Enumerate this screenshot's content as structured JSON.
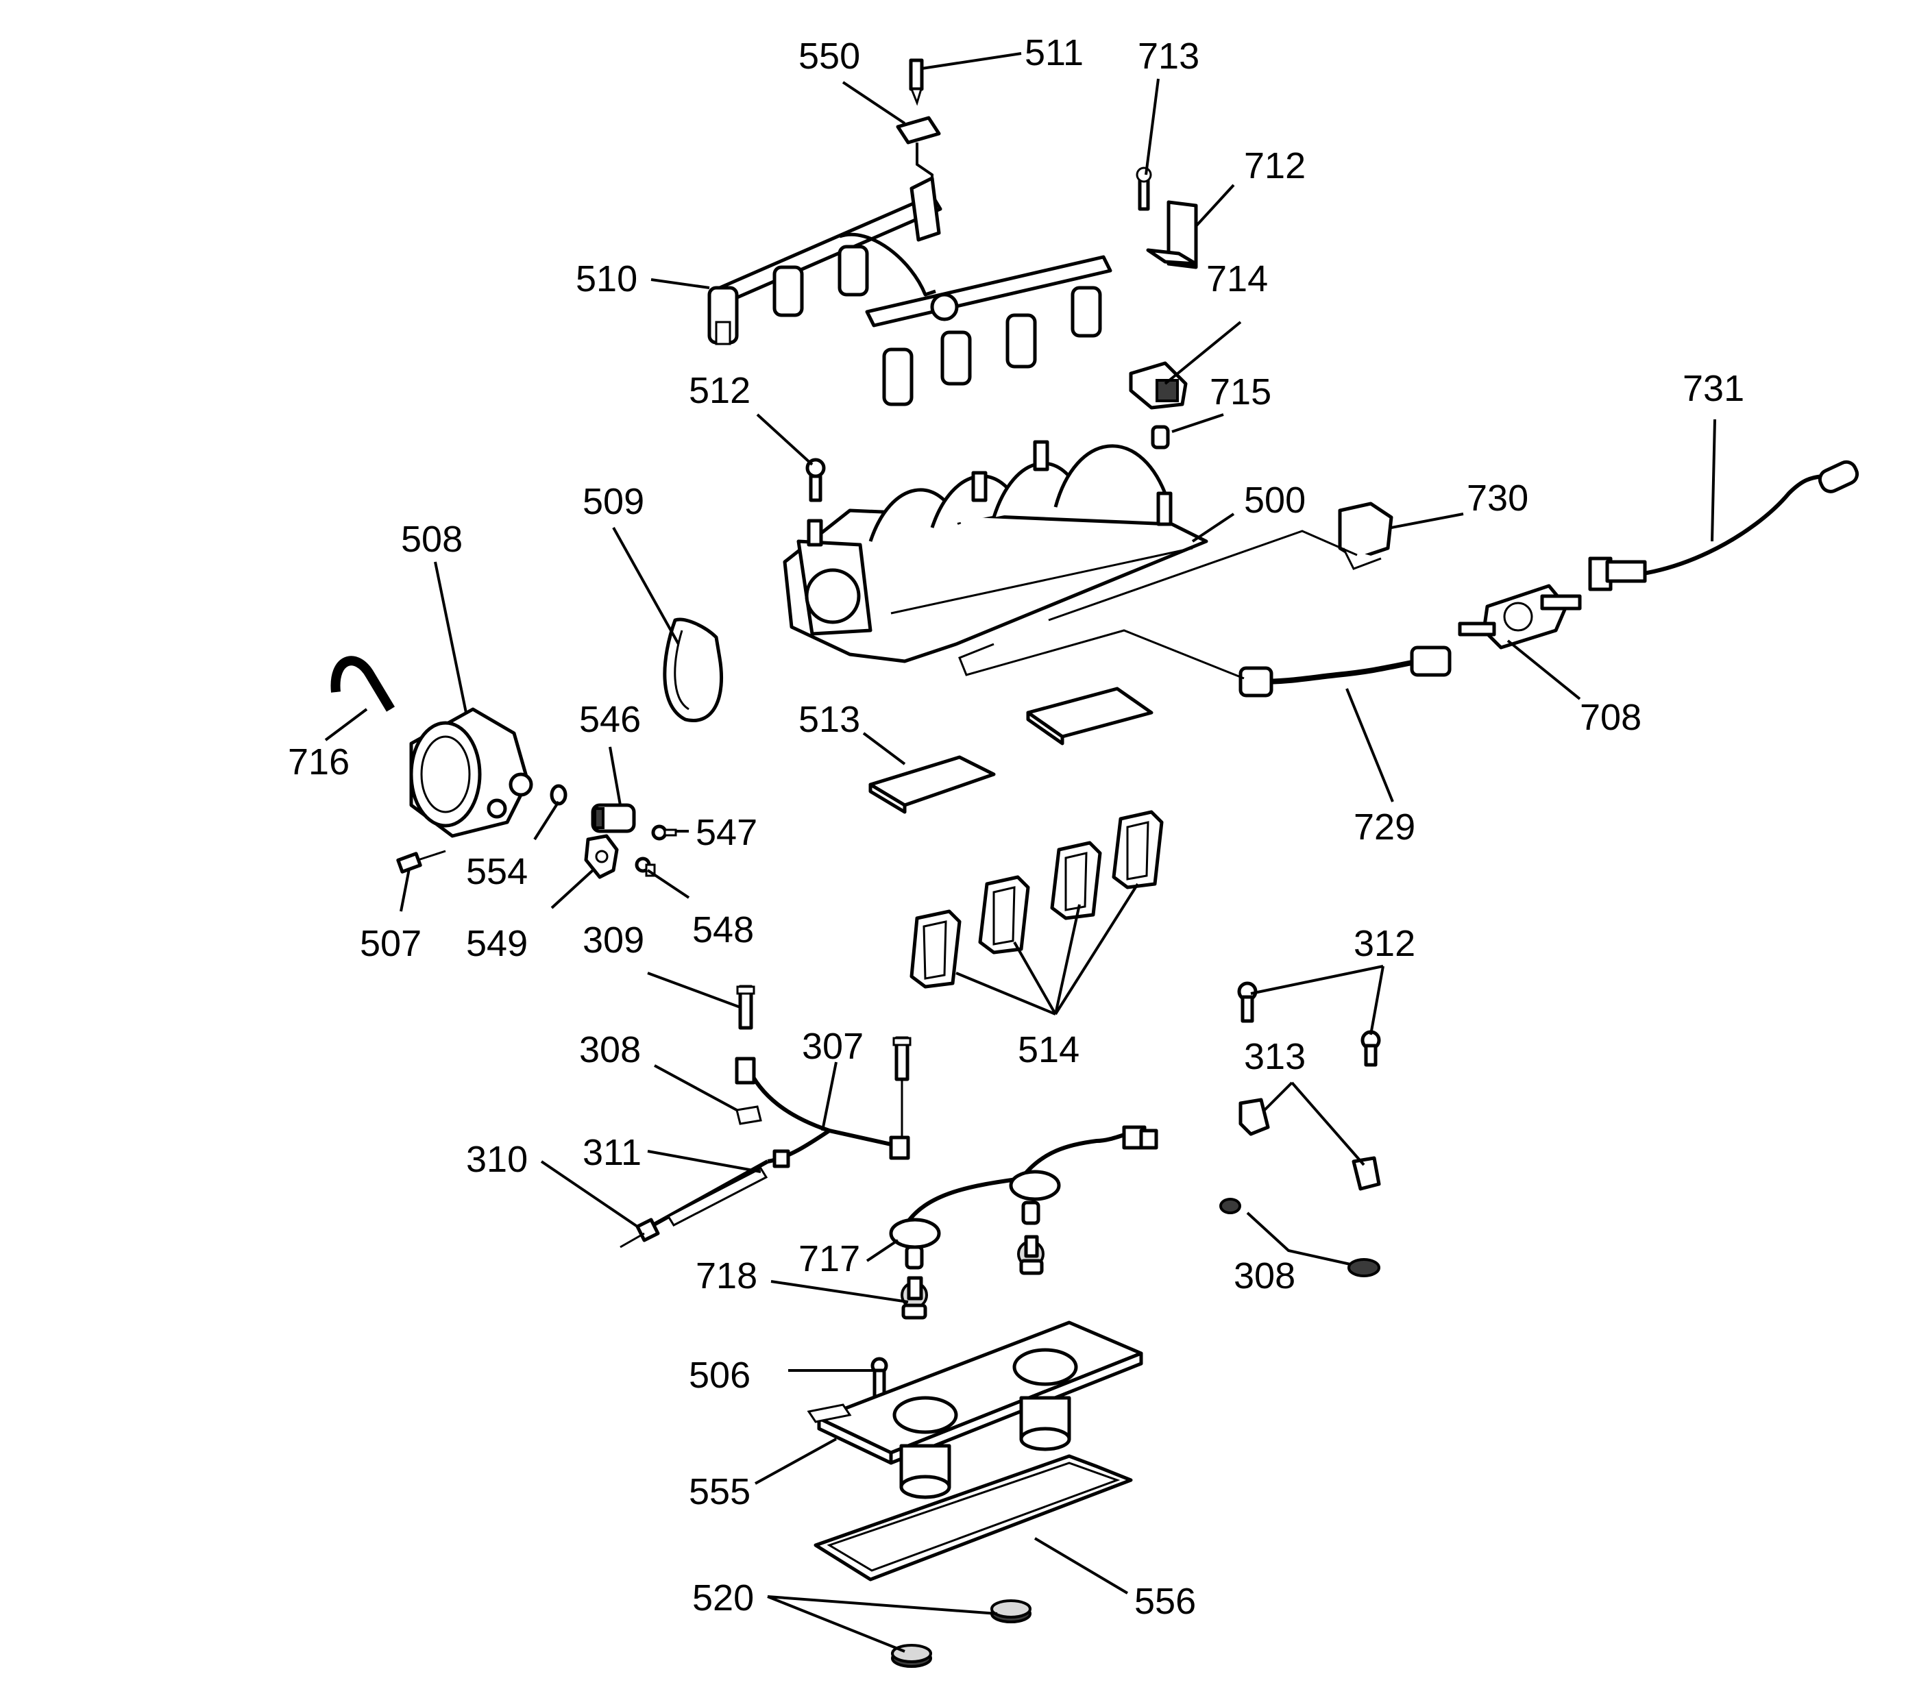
{
  "diagram": {
    "callouts": [
      {
        "id": "c550",
        "label": "550"
      },
      {
        "id": "c511",
        "label": "511"
      },
      {
        "id": "c713",
        "label": "713"
      },
      {
        "id": "c712",
        "label": "712"
      },
      {
        "id": "c510",
        "label": "510"
      },
      {
        "id": "c714",
        "label": "714"
      },
      {
        "id": "c512",
        "label": "512"
      },
      {
        "id": "c715",
        "label": "715"
      },
      {
        "id": "c731",
        "label": "731"
      },
      {
        "id": "c509",
        "label": "509"
      },
      {
        "id": "c500",
        "label": "500"
      },
      {
        "id": "c730",
        "label": "730"
      },
      {
        "id": "c508",
        "label": "508"
      },
      {
        "id": "c546",
        "label": "546"
      },
      {
        "id": "c513",
        "label": "513"
      },
      {
        "id": "c708",
        "label": "708"
      },
      {
        "id": "c716",
        "label": "716"
      },
      {
        "id": "c547",
        "label": "547"
      },
      {
        "id": "c729",
        "label": "729"
      },
      {
        "id": "c554",
        "label": "554"
      },
      {
        "id": "c507",
        "label": "507"
      },
      {
        "id": "c549",
        "label": "549"
      },
      {
        "id": "c548",
        "label": "548"
      },
      {
        "id": "c309",
        "label": "309"
      },
      {
        "id": "c312",
        "label": "312"
      },
      {
        "id": "c308a",
        "label": "308"
      },
      {
        "id": "c307",
        "label": "307"
      },
      {
        "id": "c514",
        "label": "514"
      },
      {
        "id": "c313",
        "label": "313"
      },
      {
        "id": "c310",
        "label": "310"
      },
      {
        "id": "c311",
        "label": "311"
      },
      {
        "id": "c717",
        "label": "717"
      },
      {
        "id": "c308b",
        "label": "308"
      },
      {
        "id": "c718",
        "label": "718"
      },
      {
        "id": "c506",
        "label": "506"
      },
      {
        "id": "c555",
        "label": "555"
      },
      {
        "id": "c520",
        "label": "520"
      },
      {
        "id": "c556",
        "label": "556"
      }
    ]
  }
}
